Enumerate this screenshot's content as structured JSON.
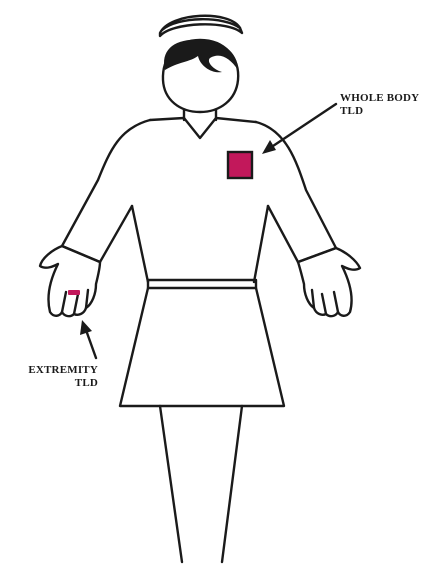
{
  "labels": {
    "whole_body_line1": "WHOLE BODY",
    "whole_body_line2": "TLD",
    "extremity_line1": "EXTREMITY",
    "extremity_line2": "TLD"
  },
  "colors": {
    "badge": "#c2185b",
    "outline": "#1a1a1a",
    "background": "#ffffff"
  },
  "icons": {
    "whole_body_badge": "square-dosimeter-badge",
    "ring_badge": "ring-dosimeter",
    "figure": "nurse-figure"
  }
}
